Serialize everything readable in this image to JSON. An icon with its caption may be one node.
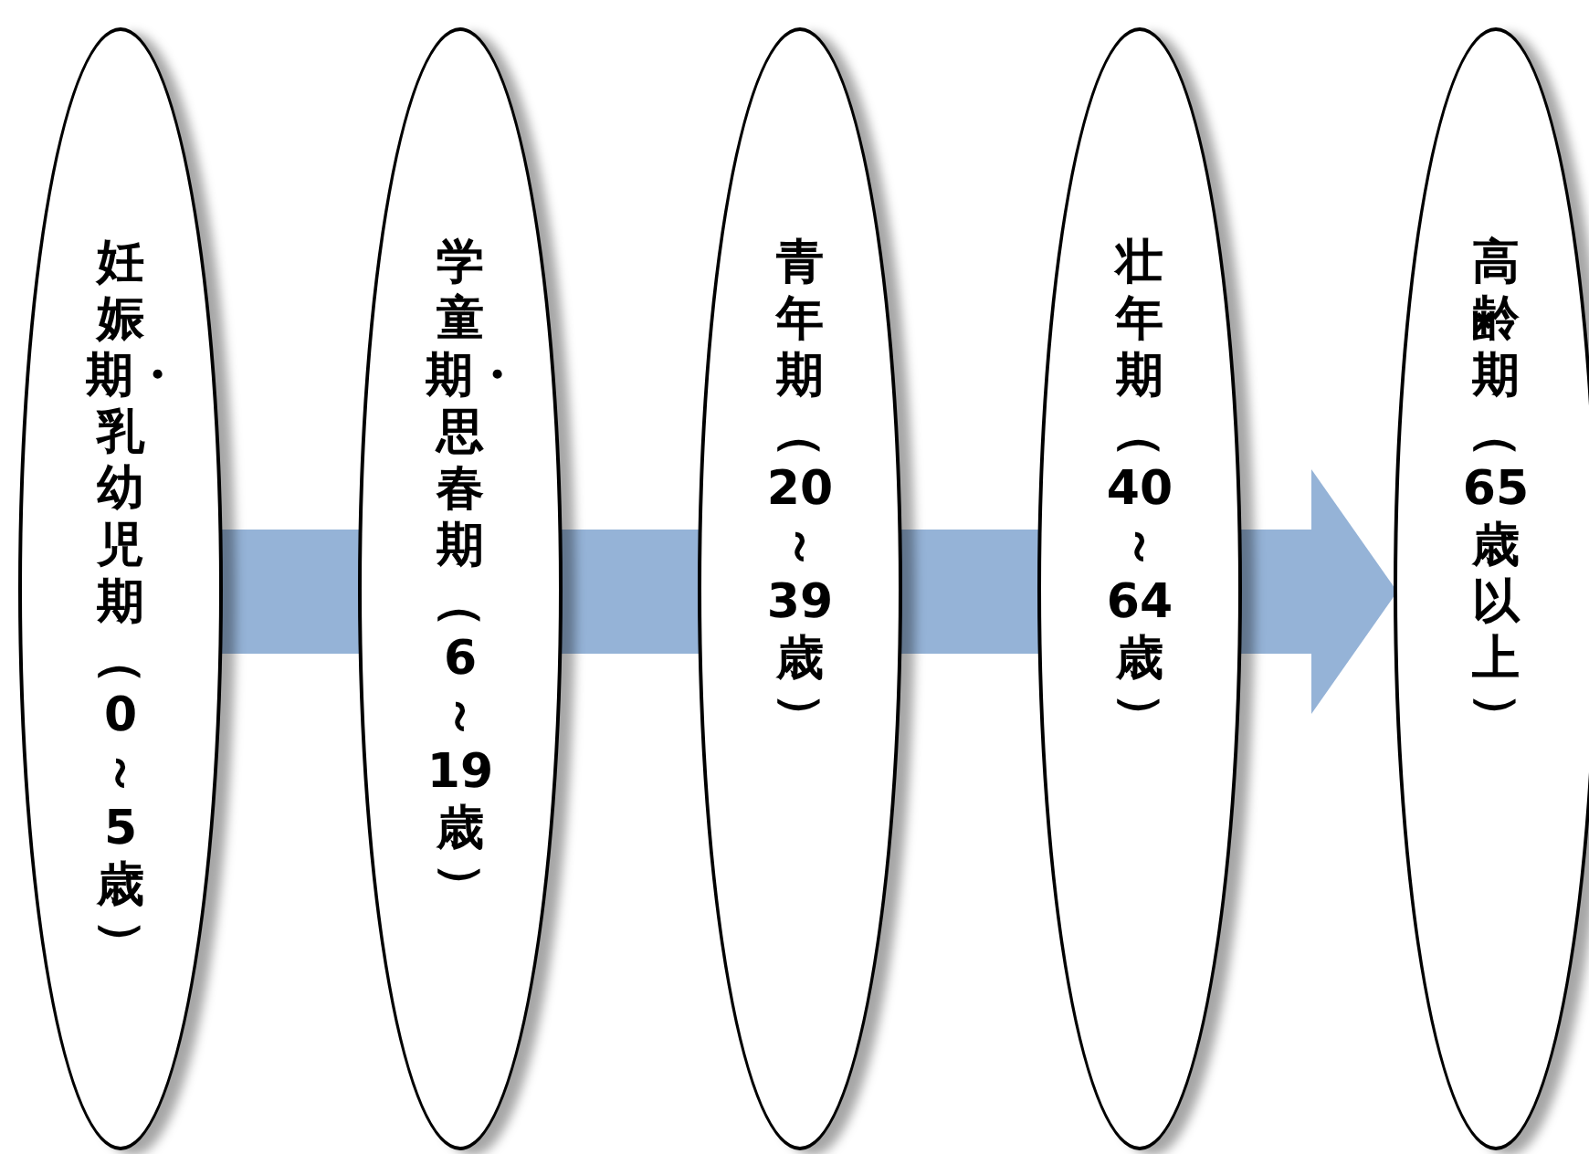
{
  "diagram": {
    "nodes": [
      {
        "text": [
          "妊娠期・乳幼児期（0～5歳）"
        ]
      },
      {
        "text": [
          "学童期・思春期（6～19歳）"
        ]
      },
      {
        "text": [
          "青年期（20～39歳）"
        ]
      },
      {
        "text": [
          "壮年期（40～64歳）"
        ]
      },
      {
        "text": [
          "高齢期（65歳以上）"
        ]
      }
    ],
    "edges": [
      {
        "from": 0,
        "to": 1,
        "arrow": "none"
      },
      {
        "from": 1,
        "to": 2,
        "arrow": "none"
      },
      {
        "from": 2,
        "to": 3,
        "arrow": "none"
      },
      {
        "from": 3,
        "to": 4,
        "arrow": "to"
      }
    ]
  }
}
